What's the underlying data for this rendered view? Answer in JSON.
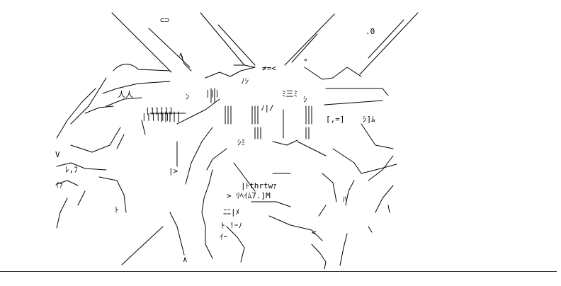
{
  "art": {
    "fragments": [
      "⊂⊃",
      ".0",
      "ﾍ",
      "∘",
      "≠=<",
      "ﾉｼ",
      "ﾐ三ﾐ",
      "ﾉ|/",
      "ｼ",
      "[,=]",
      "ｼ]ﾑ",
      "||||||",
      "|||",
      "ｼﾐ",
      "人人",
      "ﾝ",
      "|]]]]]",
      "ﾚ,ﾌ",
      "ｲｧ",
      "V",
      "ﾄ",
      "|>",
      "|ﾄthrtwｧ",
      "> ﾘﾍｲﾑ7.]M",
      "ﾆﾆ|ﾒ",
      "ﾄ !ｰﾉ",
      "ｲｰ",
      "∧",
      "<",
      "ﾊ"
    ]
  },
  "colors": {
    "ink": "#000000",
    "background": "#ffffff",
    "rule": "#333333"
  }
}
